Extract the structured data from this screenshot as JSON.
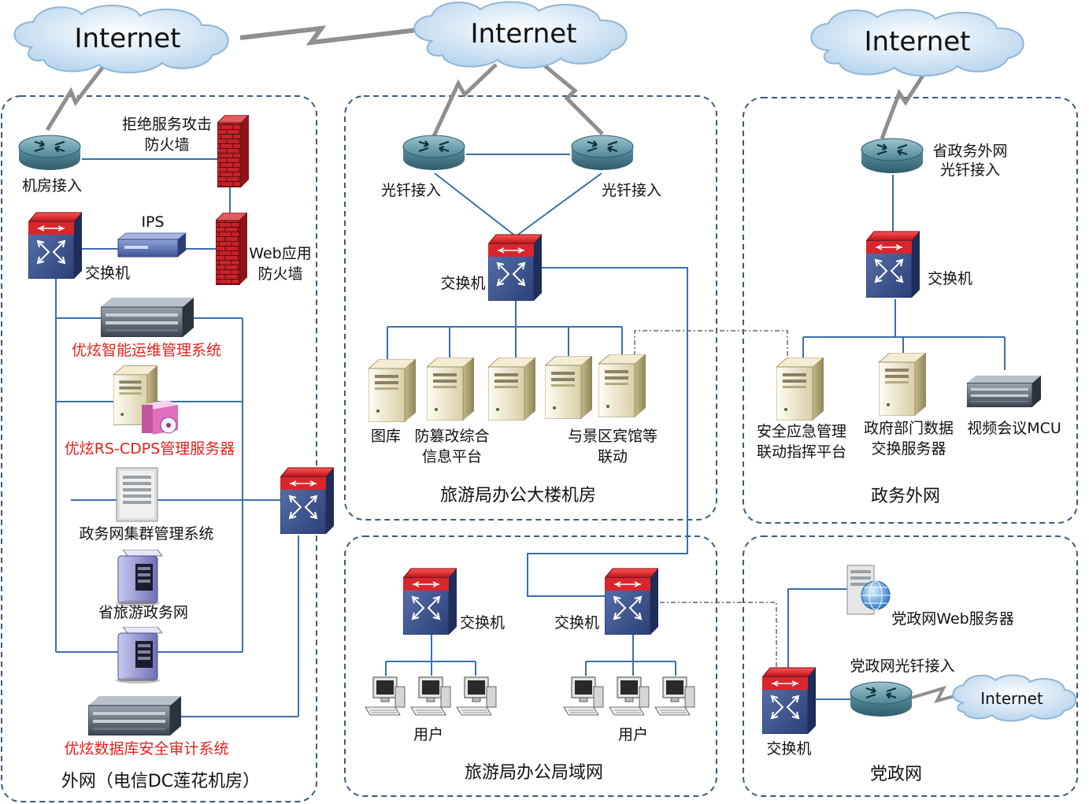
{
  "colors": {
    "accent_red": "#e3211c",
    "zone_border": "#3a5b7a",
    "link": "#3a6fb0"
  },
  "clouds": {
    "left": "Internet",
    "center": "Internet",
    "right": "Internet",
    "small": "Internet"
  },
  "zones": {
    "outer_net": {
      "title": "外网（电信DC莲花机房）",
      "router_label": "机房接入",
      "ddos_fw_line1": "拒绝服务攻击",
      "ddos_fw_line2": "防火墙",
      "ips_label": "IPS",
      "waf_line1": "Web应用",
      "waf_line2": "防火墙",
      "switch_label": "交换机",
      "ops_system": "优炫智能运维管理系统",
      "cdps_server": "优炫RS-CDPS管理服务器",
      "cluster_mgmt": "政务网集群管理系统",
      "province_net": "省旅游政务网",
      "db_audit": "优炫数据库安全审计系统"
    },
    "office_room": {
      "title": "旅游局办公大楼机房",
      "fiber_left": "光钎接入",
      "fiber_right": "光钎接入",
      "switch_label": "交换机",
      "server_gallery": "图库",
      "anti_tamper_line1": "防篡改综合",
      "anti_tamper_line2": "信息平台",
      "linkage_line1": "与景区宾馆等",
      "linkage_line2": "联动"
    },
    "gov_extranet": {
      "title": "政务外网",
      "fiber_line1": "省政务外网",
      "fiber_line2": "光钎接入",
      "switch_label": "交换机",
      "emergency_line1": "安全应急管理",
      "emergency_line2": "联动指挥平台",
      "data_exchange_line1": "政府部门数据",
      "data_exchange_line2": "交换服务器",
      "mcu": "视频会议MCU"
    },
    "office_lan": {
      "title": "旅游局办公局域网",
      "switch_left": "交换机",
      "switch_right": "交换机",
      "users_left": "用户",
      "users_right": "用户"
    },
    "party_net": {
      "title": "党政网",
      "web_server": "党政网Web服务器",
      "fiber": "党政网光钎接入",
      "switch_label": "交换机"
    }
  }
}
